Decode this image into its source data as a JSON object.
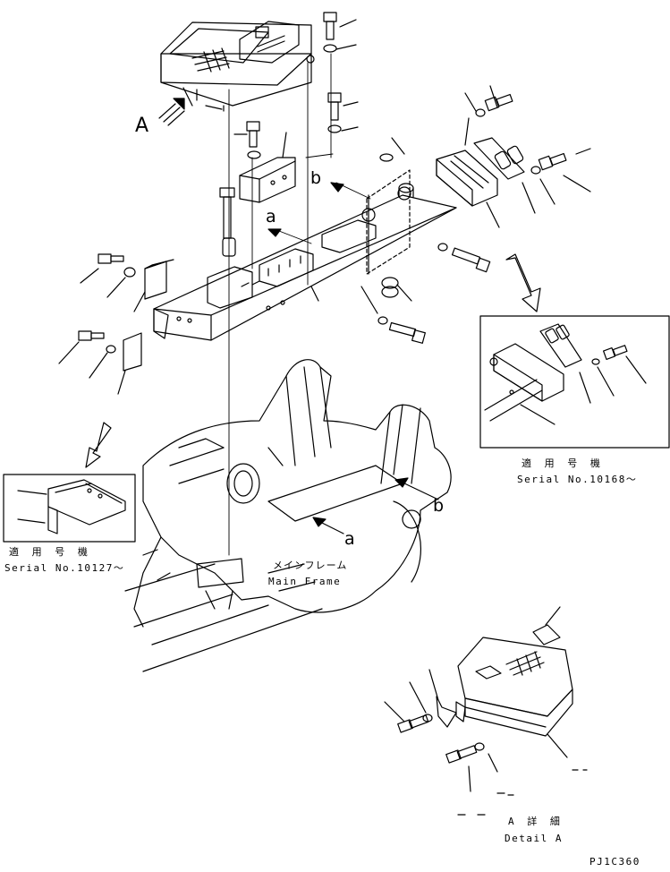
{
  "view_label": "A",
  "callouts": {
    "b_upper": "b",
    "a_upper": "a",
    "b_lower": "b",
    "a_lower": "a"
  },
  "main_frame": {
    "jp": "メインフレーム",
    "en": "Main Frame"
  },
  "inset_right": {
    "jp": "適 用 号 機",
    "serial": "Serial No.10168～"
  },
  "inset_left": {
    "jp": "適 用 号 機",
    "serial": "Serial No.10127～"
  },
  "detail": {
    "jp": "A 詳 細",
    "en": "Detail A"
  },
  "drawing_code": "PJ1C360",
  "colors": {
    "ink": "#000000",
    "paper": "#ffffff"
  }
}
